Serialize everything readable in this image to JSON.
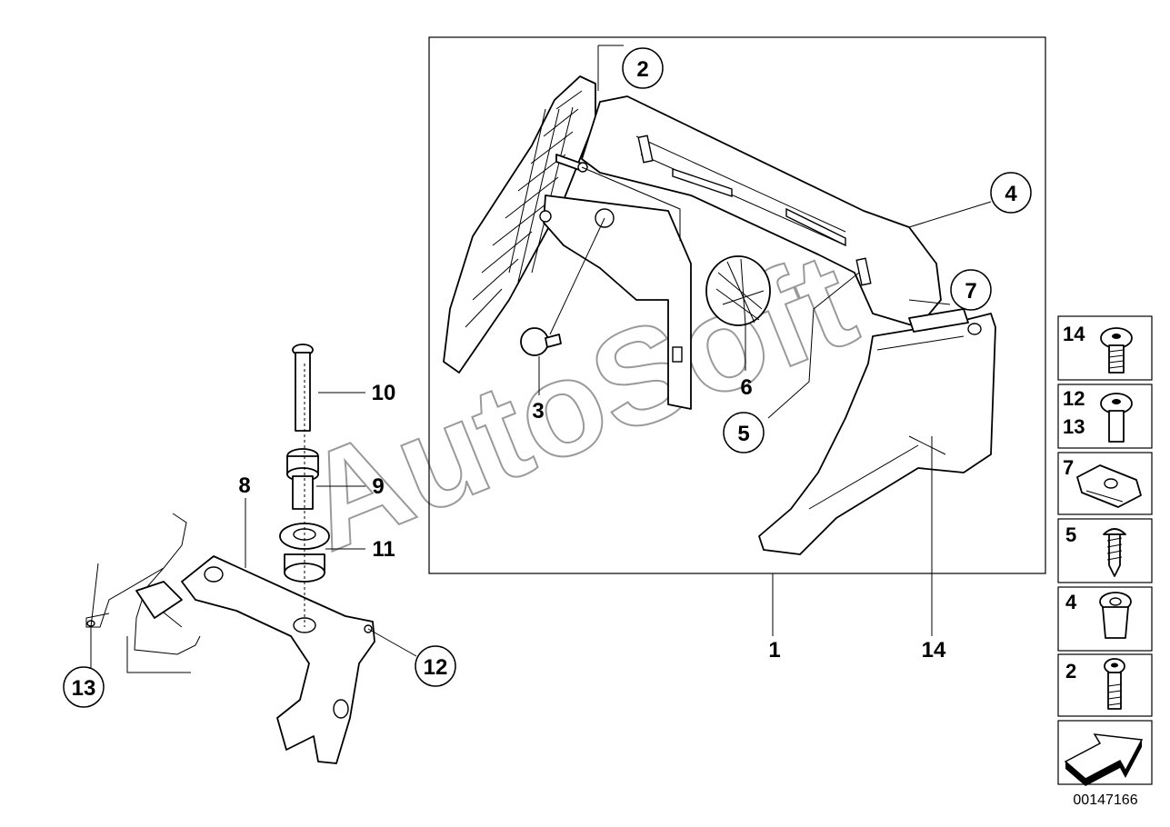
{
  "watermark": "AutoSoft",
  "diagram_code": "00147166",
  "callouts": {
    "c1": "1",
    "c2": "2",
    "c3": "3",
    "c4": "4",
    "c5": "5",
    "c6": "6",
    "c7": "7",
    "c8": "8",
    "c9": "9",
    "c10": "10",
    "c11": "11",
    "c12": "12",
    "c13": "13",
    "c14": "14"
  },
  "legend": [
    {
      "labels": [
        "14"
      ],
      "icon": "button-head-bolt-icon"
    },
    {
      "labels": [
        "12",
        "13"
      ],
      "icon": "button-head-screw-icon"
    },
    {
      "labels": [
        "7"
      ],
      "icon": "speed-nut-clip-icon"
    },
    {
      "labels": [
        "5"
      ],
      "icon": "self-tapping-screw-icon"
    },
    {
      "labels": [
        "4"
      ],
      "icon": "expanding-nut-icon"
    },
    {
      "labels": [
        "2"
      ],
      "icon": "hex-bolt-icon"
    }
  ]
}
